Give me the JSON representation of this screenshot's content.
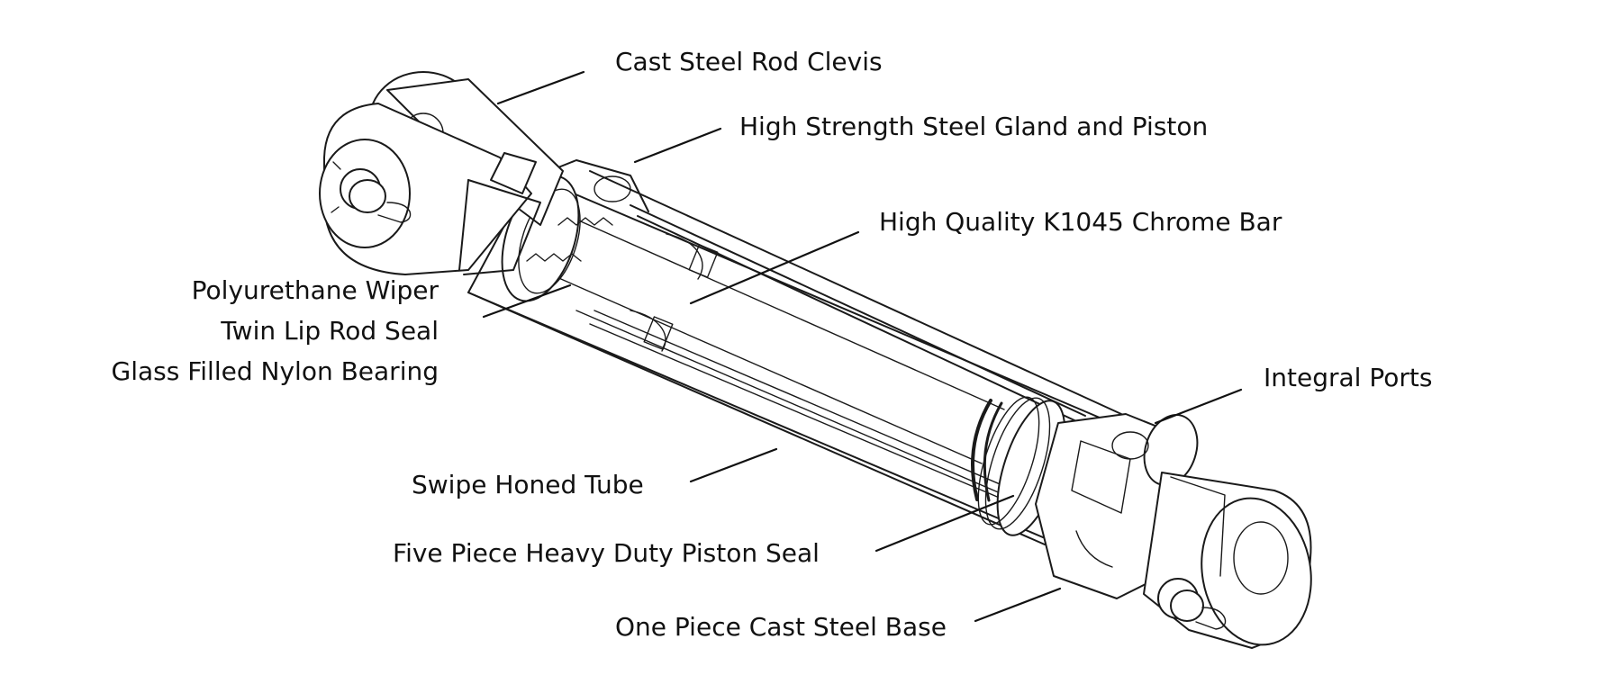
{
  "diagram": {
    "labels": {
      "rod_clevis": "Cast Steel Rod Clevis",
      "gland_piston": "High Strength Steel Gland and Piston",
      "chrome_bar": "High Quality K1045 Chrome Bar",
      "wiper": "Polyurethane Wiper",
      "rod_seal": "Twin Lip Rod Seal",
      "bearing": "Glass Filled Nylon Bearing",
      "integral_ports": "Integral Ports",
      "honed_tube": "Swipe Honed Tube",
      "piston_seal": "Five Piece Heavy Duty Piston Seal",
      "cast_base": "One Piece Cast Steel Base"
    }
  }
}
